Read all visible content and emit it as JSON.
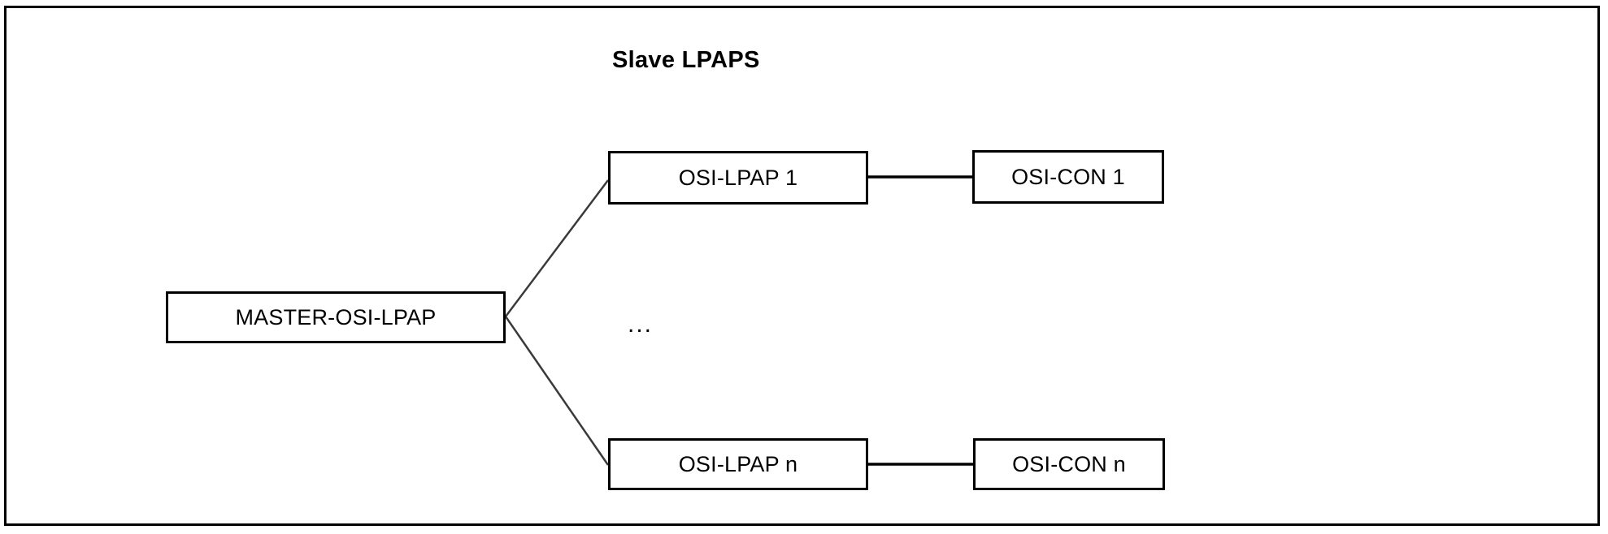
{
  "figure": {
    "group_title": "Slave LPAPS",
    "ellipsis": "...",
    "border_color": "#000000",
    "background_color": "#ffffff",
    "text_color": "#000000"
  },
  "nodes": {
    "master": {
      "label": "MASTER-OSI-LPAP"
    },
    "lpap_1": {
      "label": "OSI-LPAP 1"
    },
    "con_1": {
      "label": "OSI-CON 1"
    },
    "lpap_n": {
      "label": "OSI-LPAP n"
    },
    "con_n": {
      "label": "OSI-CON n"
    }
  },
  "connectors": [
    {
      "name": "master-to-lpap-1",
      "from": "master",
      "to": "lpap_1",
      "style": "diagonal-line"
    },
    {
      "name": "master-to-lpap-n",
      "from": "master",
      "to": "lpap_n",
      "style": "diagonal-line"
    },
    {
      "name": "lpap-1-to-con-1",
      "from": "lpap_1",
      "to": "con_1",
      "style": "horizontal-line"
    },
    {
      "name": "lpap-n-to-con-n",
      "from": "lpap_n",
      "to": "con_n",
      "style": "horizontal-line"
    }
  ]
}
